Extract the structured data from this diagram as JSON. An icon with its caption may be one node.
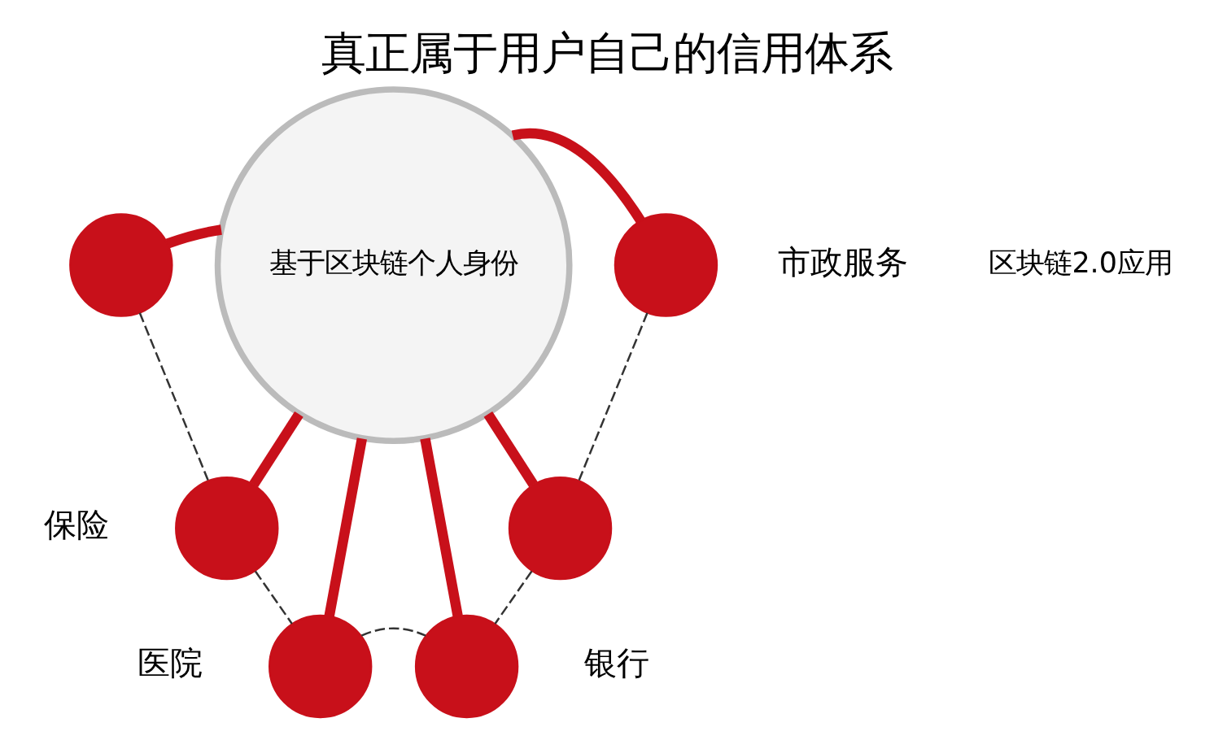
{
  "diagram": {
    "title": "真正属于用户自己的信用体系",
    "nodes": [
      {
        "text": [
          "基于区块链个人身份"
        ]
      },
      {
        "text": [],
        "shape": "circle"
      },
      {
        "text": [],
        "shape": "circle",
        "beside": [
          "市政服务"
        ]
      },
      {
        "text": [],
        "shape": "circle",
        "beside": [
          "保险"
        ]
      },
      {
        "text": [],
        "shape": "circle"
      },
      {
        "text": [],
        "shape": "circle",
        "beside": [
          "医院"
        ]
      },
      {
        "text": [],
        "shape": "circle",
        "beside": [
          "银行"
        ]
      }
    ],
    "edges": [
      {
        "from": 0,
        "to": 1,
        "arrow": "none"
      },
      {
        "from": 0,
        "to": 3,
        "arrow": "none"
      },
      {
        "from": 0,
        "to": 5,
        "arrow": "none"
      },
      {
        "from": 0,
        "to": 6,
        "arrow": "none"
      },
      {
        "from": 0,
        "to": 4,
        "arrow": "none"
      },
      {
        "from": 0,
        "to": 2,
        "arrow": "none"
      },
      {
        "from": 1,
        "to": 3,
        "arrow": "none",
        "style": "dashed",
        "color": "#333333"
      },
      {
        "from": 3,
        "to": 5,
        "arrow": "none",
        "style": "dashed",
        "color": "#333333"
      },
      {
        "from": 5,
        "to": 6,
        "arrow": "none",
        "style": "dashed",
        "color": "#333333"
      },
      {
        "from": 6,
        "to": 4,
        "arrow": "none",
        "style": "dashed",
        "color": "#333333"
      },
      {
        "from": 4,
        "to": 2,
        "arrow": "none",
        "style": "dashed",
        "color": "#333333"
      }
    ],
    "labels": [
      "区块链2.0应用"
    ]
  }
}
